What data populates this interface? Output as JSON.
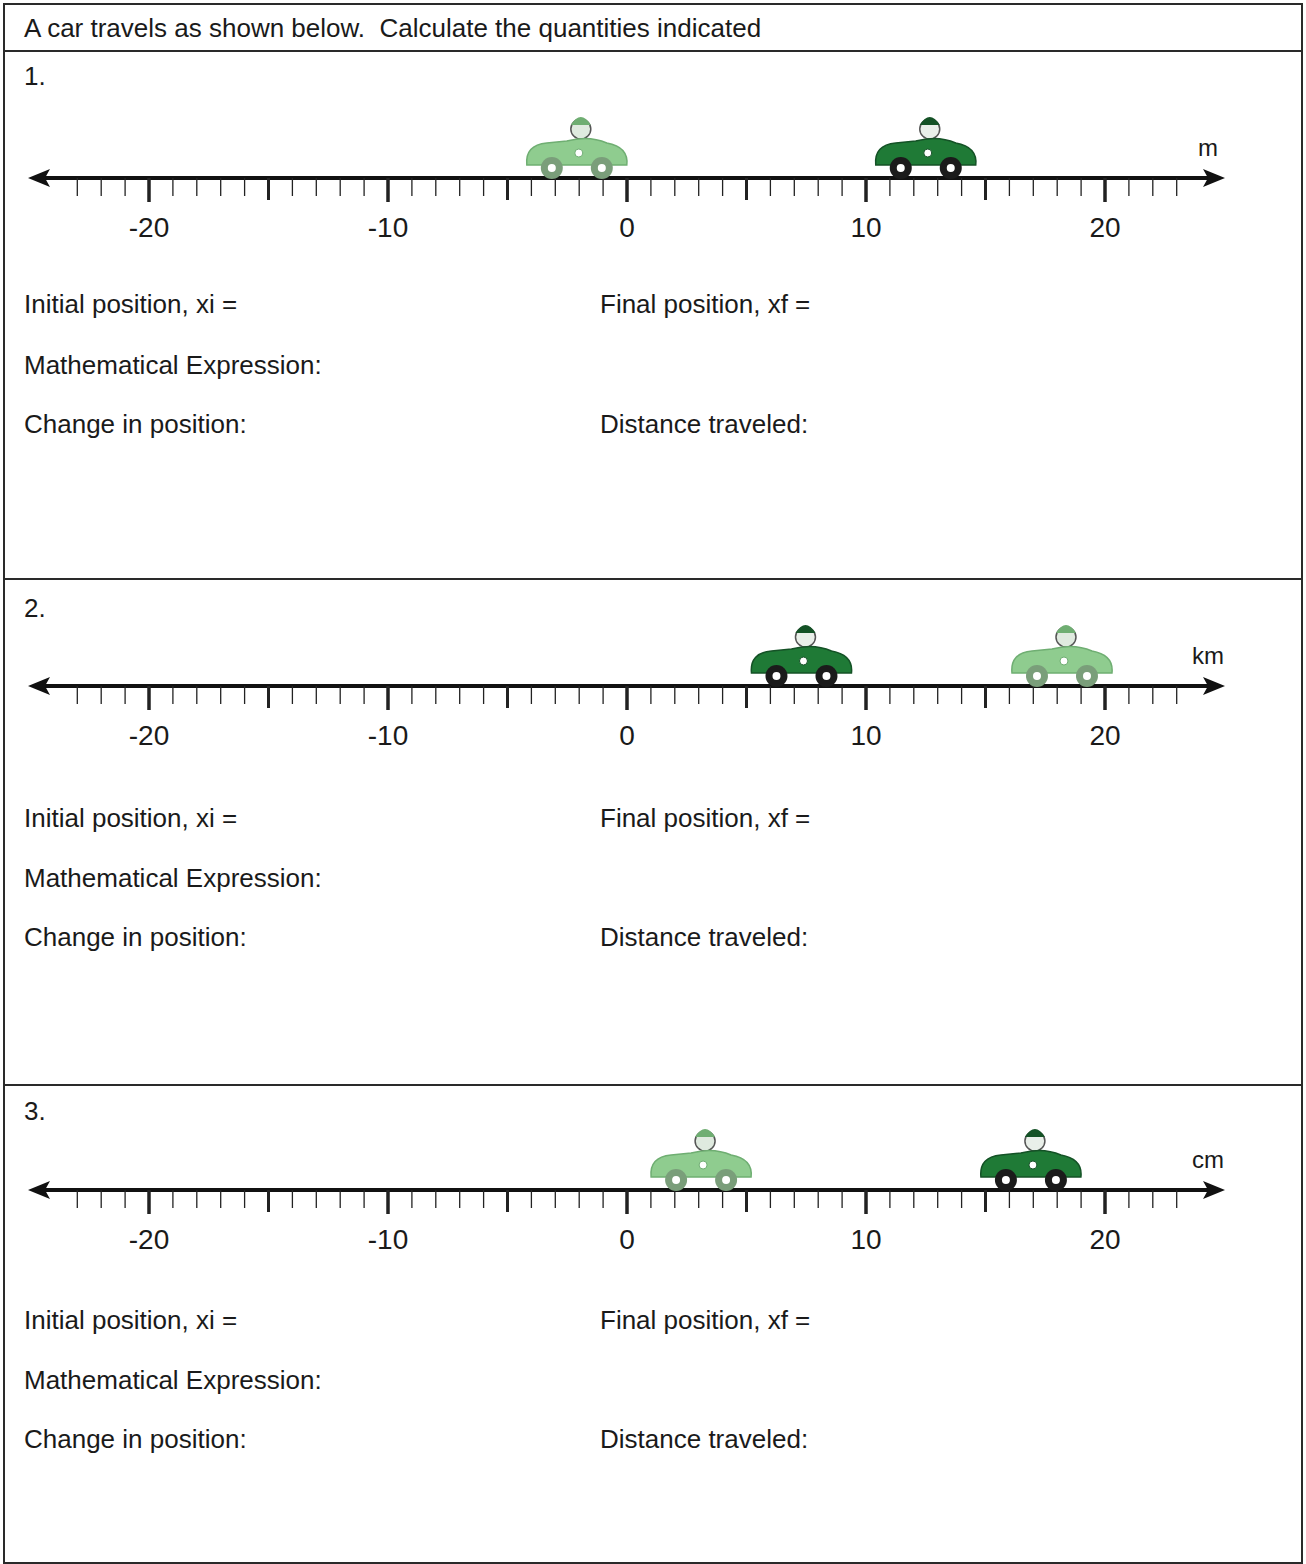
{
  "diagram": {
    "nodes": [
      {
        "text": [
          "A car travels as shown below.  Calculate the quantities indicated"
        ]
      },
      {
        "text": [
          "1.",
          "Initial position, xi =",
          "Final position, xf =",
          "Mathematical Expression:",
          "Change in position:",
          "Distance traveled:"
        ]
      },
      {
        "text": [
          "2.",
          "Initial position, xi =",
          "Final position, xf =",
          "Mathematical Expression:",
          "Change in position:",
          "Distance traveled:"
        ]
      },
      {
        "text": [
          "3.",
          "Initial position, xi =",
          "Final position, xf =",
          "Mathematical Expression:",
          "Change in position:",
          "Distance traveled:"
        ]
      }
    ],
    "labels": [
      "-20",
      "-10",
      "0",
      "10",
      "20",
      "m",
      "-20",
      "-10",
      "0",
      "10",
      "20",
      "km",
      "-20",
      "-10",
      "0",
      "10",
      "20",
      "cm"
    ]
  }
}
